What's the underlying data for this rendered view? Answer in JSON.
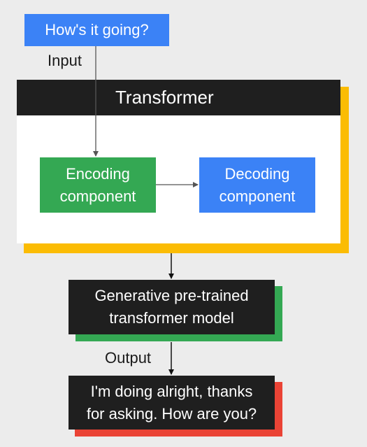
{
  "input_box": {
    "text": "How's it going?"
  },
  "labels": {
    "input": "Input",
    "output": "Output"
  },
  "transformer": {
    "title": "Transformer"
  },
  "encoding": {
    "line1": "Encoding",
    "line2": "component"
  },
  "decoding": {
    "line1": "Decoding",
    "line2": "component"
  },
  "gpt": {
    "line1": "Generative pre-trained",
    "line2": "transformer model"
  },
  "output_box": {
    "line1": "I'm doing alright, thanks",
    "line2": "for asking. How are you?"
  },
  "colors": {
    "background": "#ececec",
    "blue": "#3b82f6",
    "green": "#34a853",
    "yellow": "#fbbc04",
    "red": "#ea4335",
    "dark": "#1f1f1f"
  }
}
